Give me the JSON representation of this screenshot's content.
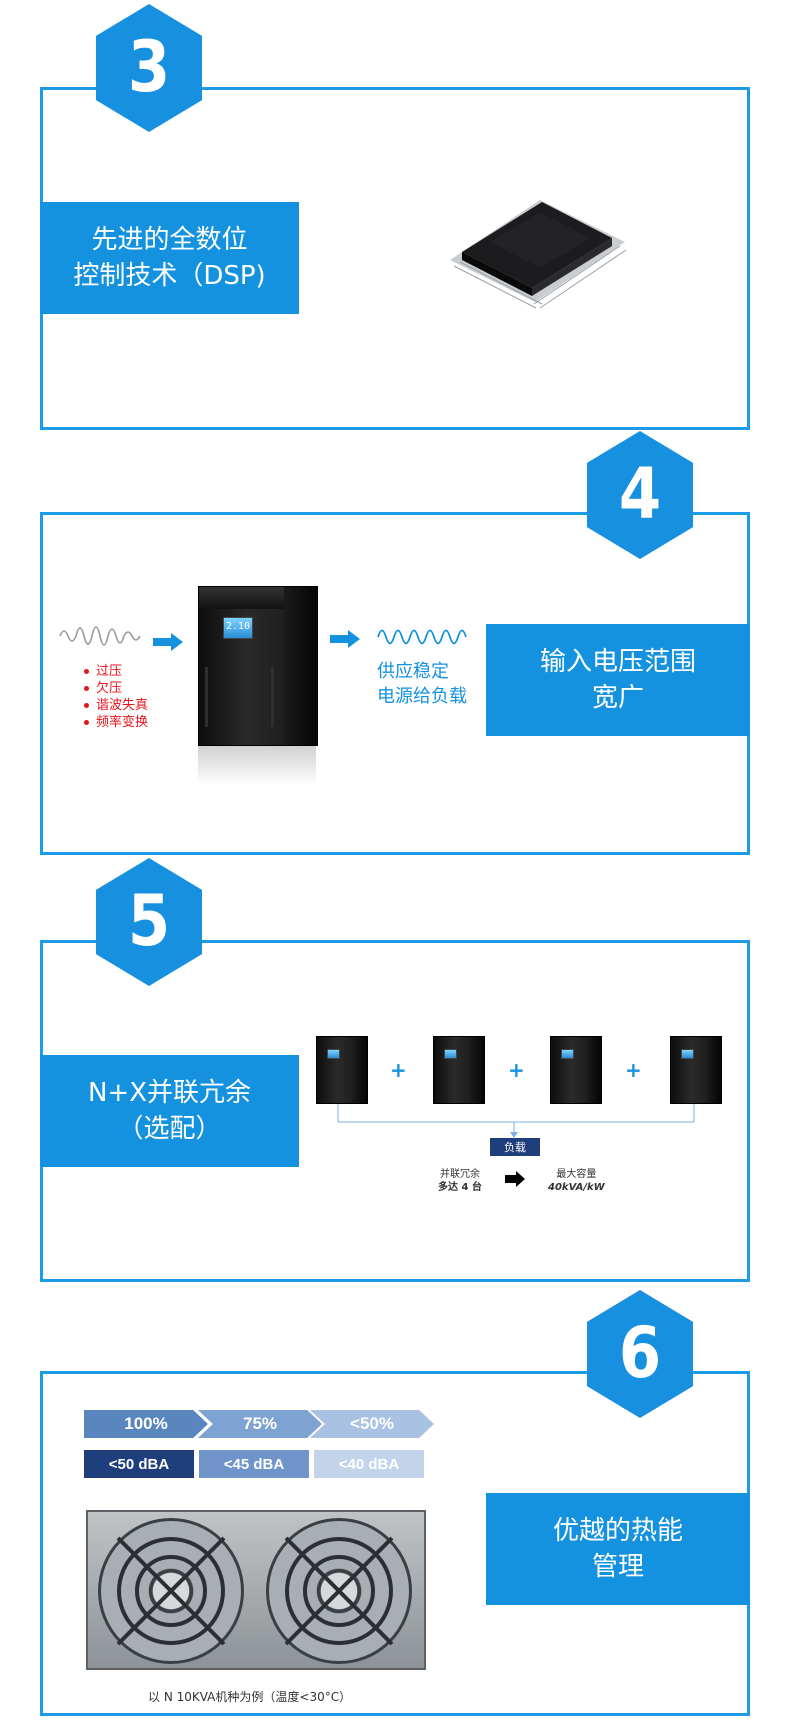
{
  "section3": {
    "number": "3",
    "title_line1": "先进的全数位",
    "title_line2": "控制技术（DSP)"
  },
  "section4": {
    "number": "4",
    "input_issues": [
      "过压",
      "欠压",
      "谐波失真",
      "频率变换"
    ],
    "output_line1": "供应稳定",
    "output_line2": "电源给负载",
    "ups_screen_text": "2.10",
    "title_line1": "输入电压范围",
    "title_line2": "宽广"
  },
  "section5": {
    "number": "5",
    "title_line1": "N+X并联亢余",
    "title_line2": "（选配）",
    "plus_sign": "+",
    "load_label": "负载",
    "left_note_line1": "并联冗余",
    "left_note_line2": "多达 4 台",
    "right_note_line1": "最大容量",
    "right_note_line2": "40kVA/kW"
  },
  "section6": {
    "number": "6",
    "loads": [
      "100%",
      "75%",
      "<50%"
    ],
    "noise": [
      "<50 dBA",
      "<45 dBA",
      "<40 dBA"
    ],
    "caption": "以 N 10KVA机种为例（温度<30°C）",
    "title_line1": "优越的热能",
    "title_line2": "管理"
  },
  "colors": {
    "accent_blue": "#1592df",
    "panel_border": "#1c9be6",
    "warning_red": "#e8141b",
    "load_dark": "#1f3f7c"
  }
}
